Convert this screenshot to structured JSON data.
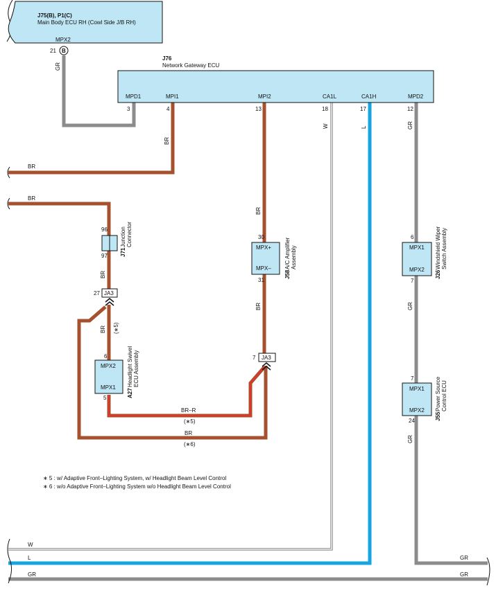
{
  "colors": {
    "br": "#a6502d",
    "gr": "#8c8c8c",
    "l": "#16a5e0",
    "w": "#ffffff",
    "br_r_stripe": "#ff2a2a",
    "ecu_fill": "#bfe6f5"
  },
  "j75": {
    "code": "J75(B), P1(C)",
    "name": "Main Body ECU RH (Cowl Side J/B RH)",
    "port": "MPX2",
    "pin": "21",
    "pin_letter": "B"
  },
  "j76": {
    "code": "J76",
    "name": "Network Gateway ECU",
    "ports": [
      {
        "label": "MPD1",
        "pin": "3"
      },
      {
        "label": "MPI1",
        "pin": "4"
      },
      {
        "label": "MPI2",
        "pin": "13"
      },
      {
        "label": "CA1L",
        "pin": "18"
      },
      {
        "label": "CA1H",
        "pin": "17"
      },
      {
        "label": "MPD2",
        "pin": "12"
      }
    ]
  },
  "j71": {
    "code": "J71",
    "name1": "Junction",
    "name2": "Connector",
    "pin_top": "96",
    "pin_bottom": "97"
  },
  "ja3_left": {
    "label": "JA3",
    "pin": "27"
  },
  "ja3_right": {
    "label": "JA3",
    "pin": "7"
  },
  "a27": {
    "code": "A27",
    "name1": "Headlight Swivel",
    "name2": "ECU Assembly",
    "port_top": "MPX2",
    "port_bottom": "MPX1",
    "pin_top": "6",
    "pin_bottom": "5"
  },
  "j58": {
    "code": "J58",
    "name1": "A/C Amplifier",
    "name2": "Assembly",
    "port_top": "MPX+",
    "port_bottom": "MPX–",
    "pin_top": "30",
    "pin_bottom": "31"
  },
  "j26": {
    "code": "J26",
    "name1": "Windshield Wiper",
    "name2": "Switch Assembly",
    "port_top": "MPX1",
    "port_bottom": "MPX2",
    "pin_top": "6",
    "pin_bottom": "7"
  },
  "j55": {
    "code": "J55",
    "name1": "Power Source",
    "name2": "Control ECU",
    "port_top": "MPX1",
    "port_bottom": "MPX2",
    "pin_top": "7",
    "pin_bottom": "24"
  },
  "wire_labels": {
    "gr": "GR",
    "br": "BR",
    "w": "W",
    "l": "L",
    "br_r": "BR–R",
    "note5": "(∗5)",
    "note6": "(∗6)"
  },
  "notes": [
    "∗ 5 : w/ Adaptive Front–Lighting System,  w/ Headlight Beam Level Control",
    "∗ 6 : w/o Adaptive Front–Lighting System w/o Headlight Beam Level Control"
  ]
}
